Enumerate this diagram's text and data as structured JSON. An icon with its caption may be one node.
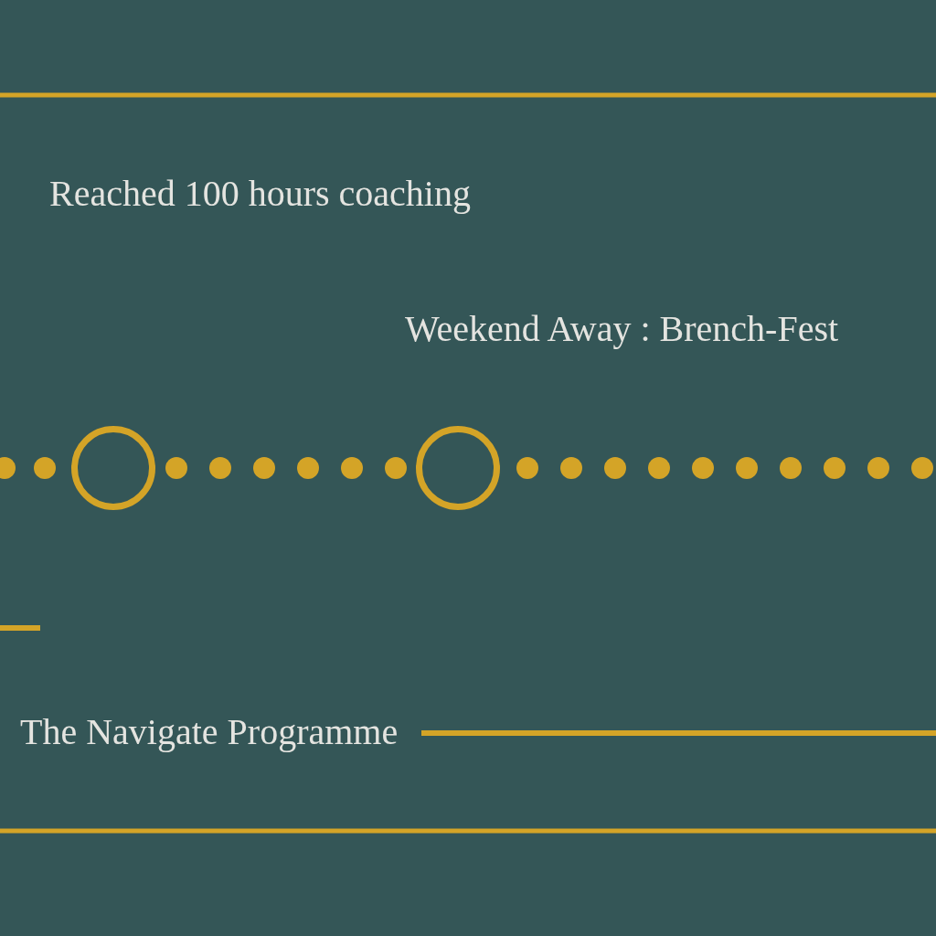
{
  "diagram": {
    "nodes": [
      {
        "text": [],
        "shape": "circle"
      },
      {
        "text": [],
        "shape": "circle"
      }
    ],
    "labels": [
      "Reached 100 hours coaching",
      "Weekend Away : Brench-Fest",
      "The Navigate Programme"
    ]
  }
}
